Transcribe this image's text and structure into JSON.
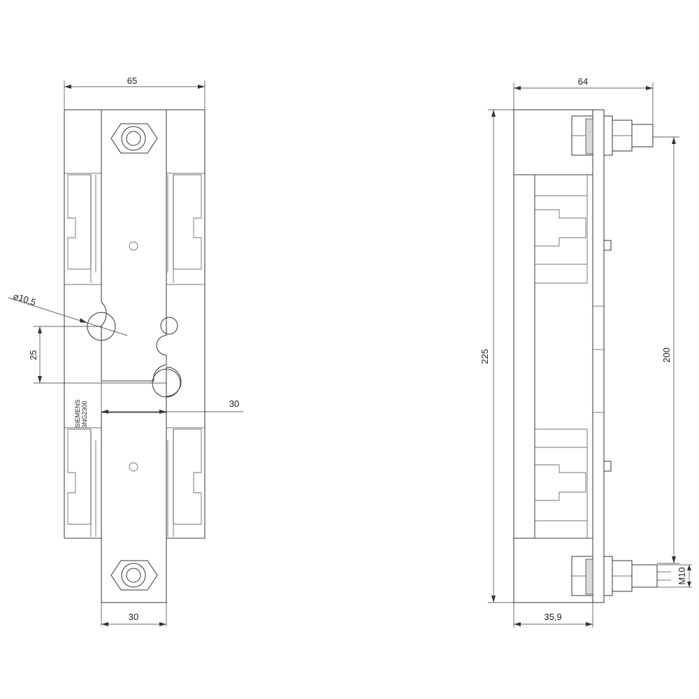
{
  "drawing": {
    "front_view": {
      "dim_overall_width": "65",
      "dim_hole_diameter": "⌀10,5",
      "dim_hole_vertical_offset": "25",
      "dim_hole_horizontal_offset": "30",
      "dim_terminal_width": "30",
      "brand_marking": "SIEMENS",
      "model_marking": "3NG2300"
    },
    "side_view": {
      "dim_overall_depth": "64",
      "dim_overall_height": "225",
      "dim_terminal_spacing": "200",
      "dim_base_depth": "35,9",
      "dim_thread": "M10"
    }
  }
}
